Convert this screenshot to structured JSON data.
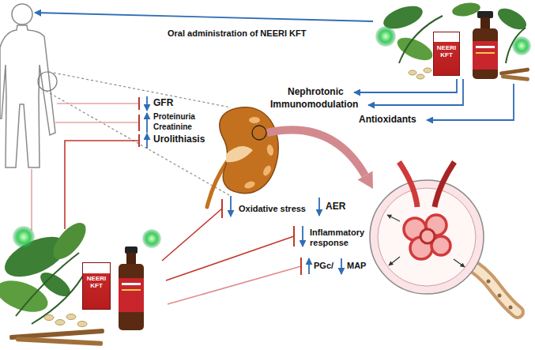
{
  "diagram": {
    "nodes": [
      {
        "text": [
          "NEERI KFT"
        ]
      },
      {
        "text": [
          "NEERI KFT"
        ]
      }
    ],
    "labels": [
      "Oral administration of NEERI KFT",
      "Nephrotonic",
      "Immunomodulation",
      "Antioxidants",
      "GFR",
      "Proteinuria",
      "Creatinine",
      "Urolithiasis",
      "AER",
      "Oxidative stress",
      "Inflammatory response",
      "PGc/",
      "MAP"
    ]
  }
}
